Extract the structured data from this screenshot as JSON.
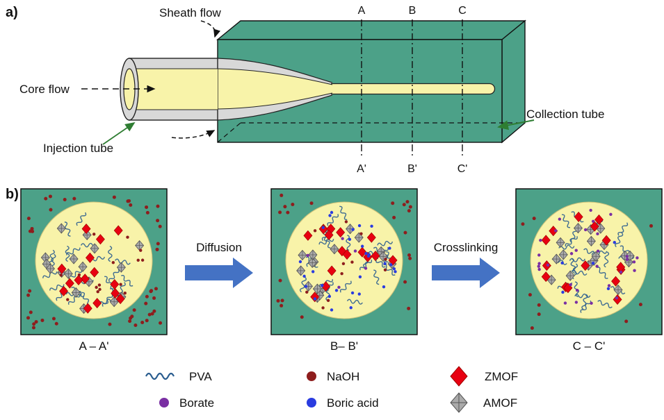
{
  "figure": {
    "panel_a_label": "a)",
    "panel_b_label": "b)"
  },
  "panel_a": {
    "sheath_flow_label": "Sheath flow",
    "core_flow_label": "Core flow",
    "injection_tube_label": "Injection tube",
    "collection_tube_label": "Collection  tube",
    "sections_top": [
      "A",
      "B",
      "C"
    ],
    "sections_bottom": [
      "A'",
      "B'",
      "C'"
    ]
  },
  "panel_b": {
    "arrows": [
      {
        "label": "Diffusion"
      },
      {
        "label": "Crosslinking"
      }
    ],
    "cross_sections": [
      {
        "label": "A – A'",
        "outside_naoh": 48,
        "inside": {
          "pva": 26,
          "zmof": 15,
          "amof": 17,
          "naoh": 15,
          "boric": 0,
          "borate": 0
        }
      },
      {
        "label": "B– B'",
        "outside_naoh": 22,
        "inside": {
          "pva": 26,
          "zmof": 15,
          "amof": 17,
          "naoh": 12,
          "boric": 30,
          "borate": 5
        }
      },
      {
        "label": "C – C'",
        "outside_naoh": 9,
        "inside": {
          "pva": 26,
          "zmof": 15,
          "amof": 17,
          "naoh": 0,
          "boric": 5,
          "borate": 30
        }
      }
    ]
  },
  "legend": {
    "items": [
      {
        "id": "pva",
        "label": "PVA"
      },
      {
        "id": "naoh",
        "label": "NaOH"
      },
      {
        "id": "zmof",
        "label": "ZMOF"
      },
      {
        "id": "borate",
        "label": "Borate"
      },
      {
        "id": "boric_acid",
        "label": "Boric acid"
      },
      {
        "id": "amof",
        "label": "AMOF"
      }
    ]
  },
  "colors": {
    "teal": "#4ca188",
    "cream": "#f8f3a9",
    "tube_gray": "#d8d8d8",
    "arrow_blue": "#4472c4",
    "zmof_red": "#e80011",
    "naoh_dark_red": "#8e1d1d",
    "borate_purple": "#7a2fa3",
    "boric_blue": "#2a3ce0",
    "amof_gray": "#aaaaaa",
    "pva_blue": "#2a5d8f",
    "callout_green": "#2e7d32"
  }
}
